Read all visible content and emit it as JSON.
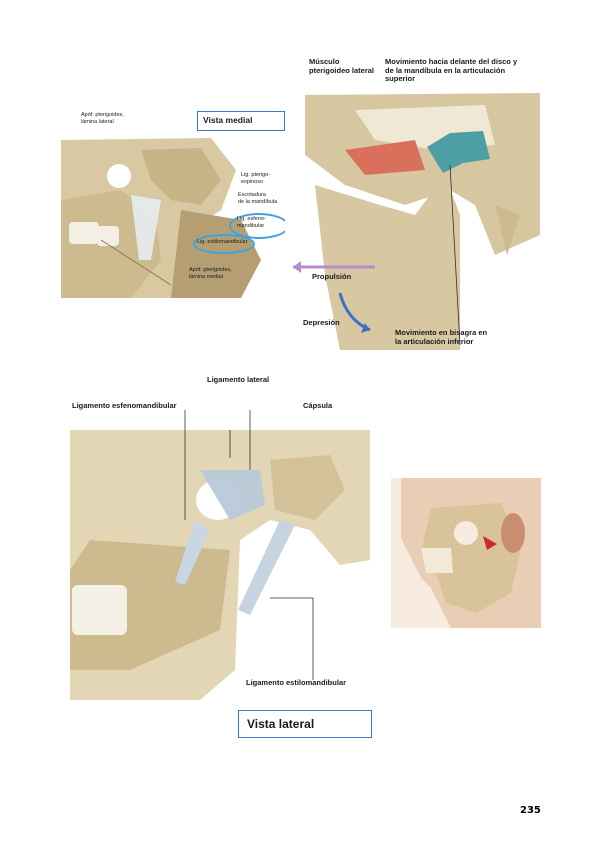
{
  "figure_medial": {
    "title": "Vista medial",
    "labels": {
      "pterygoid_lateral": "Apóf. pterigoides,\nlámina lateral",
      "pterygospinous": "Lig. pterigo-\nespinoso",
      "mandibular_notch": "Escotadura\nde la mandíbula",
      "sphenomandibular": "Lig. esfeno-\nmandibular",
      "stylomandibular": "Lig. estilomandibular",
      "pterygoid_medial": "Apóf. pterigoides,\nlámina medial"
    }
  },
  "figure_joint": {
    "muscle": "Músculo\npterigoideo lateral",
    "forward_movement": "Movimiento hacia delante del disco y\nde la mandíbula en la articulación\nsuperior",
    "propulsion": "Propulsión",
    "depression": "Depresión",
    "hinge": "Movimiento en bisagra en\nla articulación inferior"
  },
  "figure_lateral": {
    "title": "Vista lateral",
    "lateral_ligament": "Ligamento lateral",
    "sphenomandibular": "Ligamento esfenomandibular",
    "capsule": "Cápsula",
    "stylomandibular": "Ligamento estilomandibular"
  },
  "page_number": "235",
  "colors": {
    "accent_blue": "#3a79c9",
    "bone": "#e2d6b4",
    "muscle": "#d9705c",
    "ligament": "#b9c9da"
  }
}
